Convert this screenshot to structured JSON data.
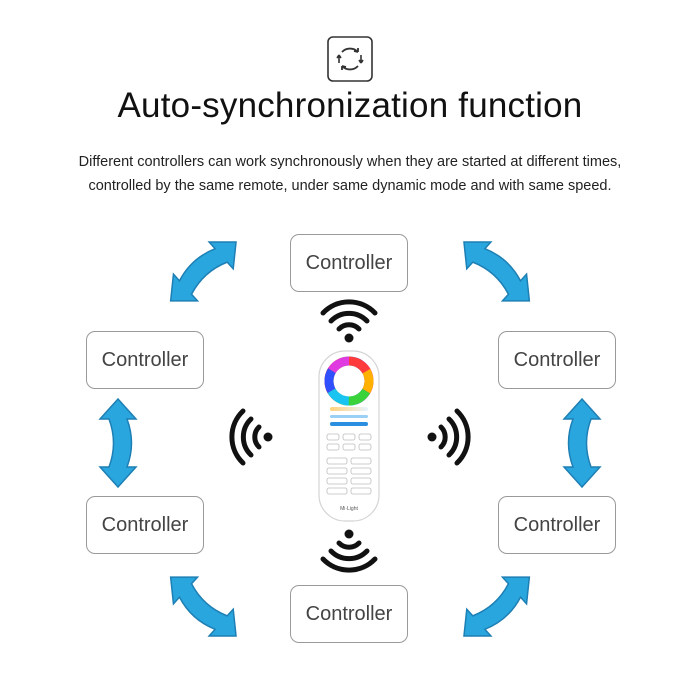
{
  "header": {
    "icon": "sync-icon",
    "title": "Auto-synchronization function",
    "subtitle_line1": "Different controllers can work synchronously when they are started at different times,",
    "subtitle_line2": "controlled by the same remote, under same dynamic mode and with same speed."
  },
  "controllers": [
    {
      "label": "Controller"
    },
    {
      "label": "Controller"
    },
    {
      "label": "Controller"
    },
    {
      "label": "Controller"
    },
    {
      "label": "Controller"
    },
    {
      "label": "Controller"
    }
  ],
  "remote": {
    "brand": "Mi·Light",
    "icon": "rf-remote-icon"
  },
  "icons": [
    "sync-icon",
    "wifi-signal-icon",
    "double-arrow-icon",
    "rf-remote-icon"
  ],
  "colors": {
    "arrow": "#29a8e0",
    "arrow_stroke": "#1e7fb5",
    "signal": "#111111",
    "box_border": "#9a9a9a"
  }
}
